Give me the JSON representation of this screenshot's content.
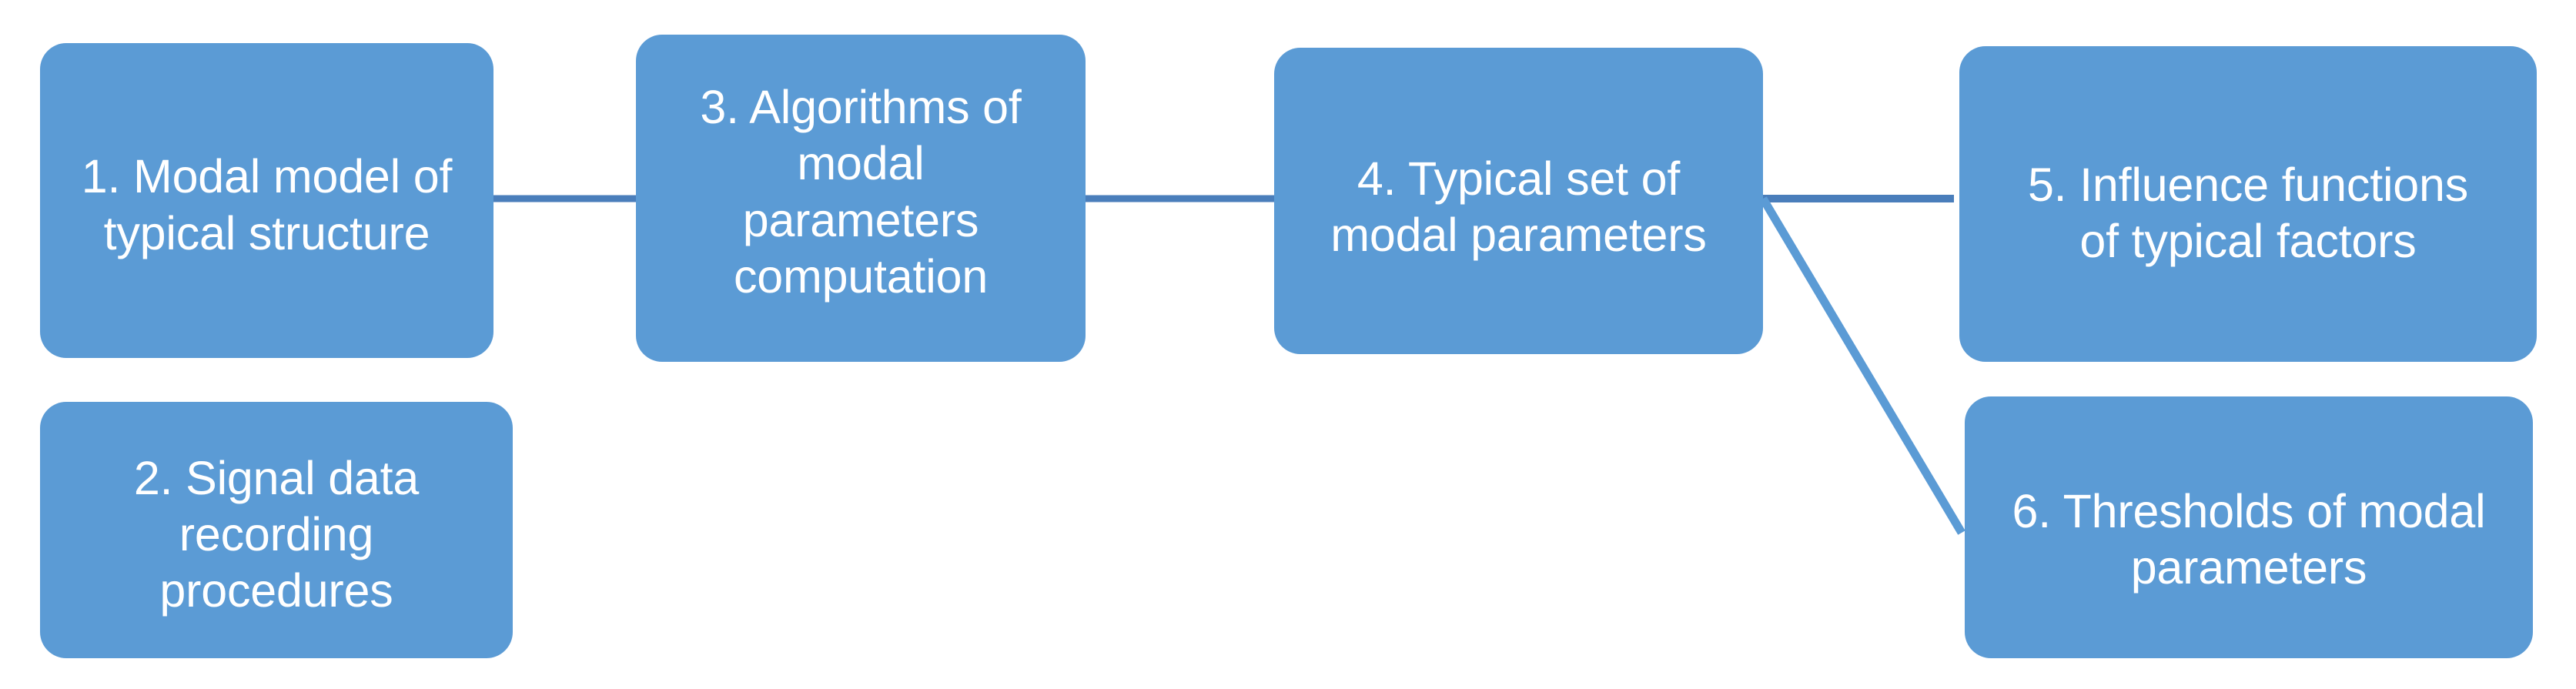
{
  "diagram": {
    "type": "flowchart",
    "orientation": "left-to-right",
    "background_color": "#FFFFFF",
    "node_fill_color": "#5B9BD5",
    "node_text_color": "#FFFFFF",
    "connector_color": "#4A7EBB",
    "nodes": [
      {
        "id": "1",
        "label": "1. Modal model of\ntypical structure",
        "name": "node-modal-model-of-typical-structure"
      },
      {
        "id": "2",
        "label": "2. Signal data\nrecording\nprocedures",
        "name": "node-signal-data-recording-procedures"
      },
      {
        "id": "3",
        "label": "3. Algorithms of\nmodal\nparameters\ncomputation",
        "name": "node-algorithms-of-modal-parameters-computation"
      },
      {
        "id": "4",
        "label": "4. Typical set of\nmodal parameters",
        "name": "node-typical-set-of-modal-parameters"
      },
      {
        "id": "5",
        "label": "5. Influence functions\nof typical factors",
        "name": "node-influence-functions-of-typical-factors"
      },
      {
        "id": "6",
        "label": "6. Thresholds of modal\nparameters",
        "name": "node-thresholds-of-modal-parameters"
      }
    ],
    "connectors": [
      {
        "from": "1",
        "to": "3",
        "style": "straight-horizontal"
      },
      {
        "from": "3",
        "to": "4",
        "style": "straight-horizontal"
      },
      {
        "from": "4",
        "to": "5",
        "style": "straight-horizontal"
      },
      {
        "from": "4",
        "to": "6",
        "style": "diagonal-down"
      }
    ]
  }
}
